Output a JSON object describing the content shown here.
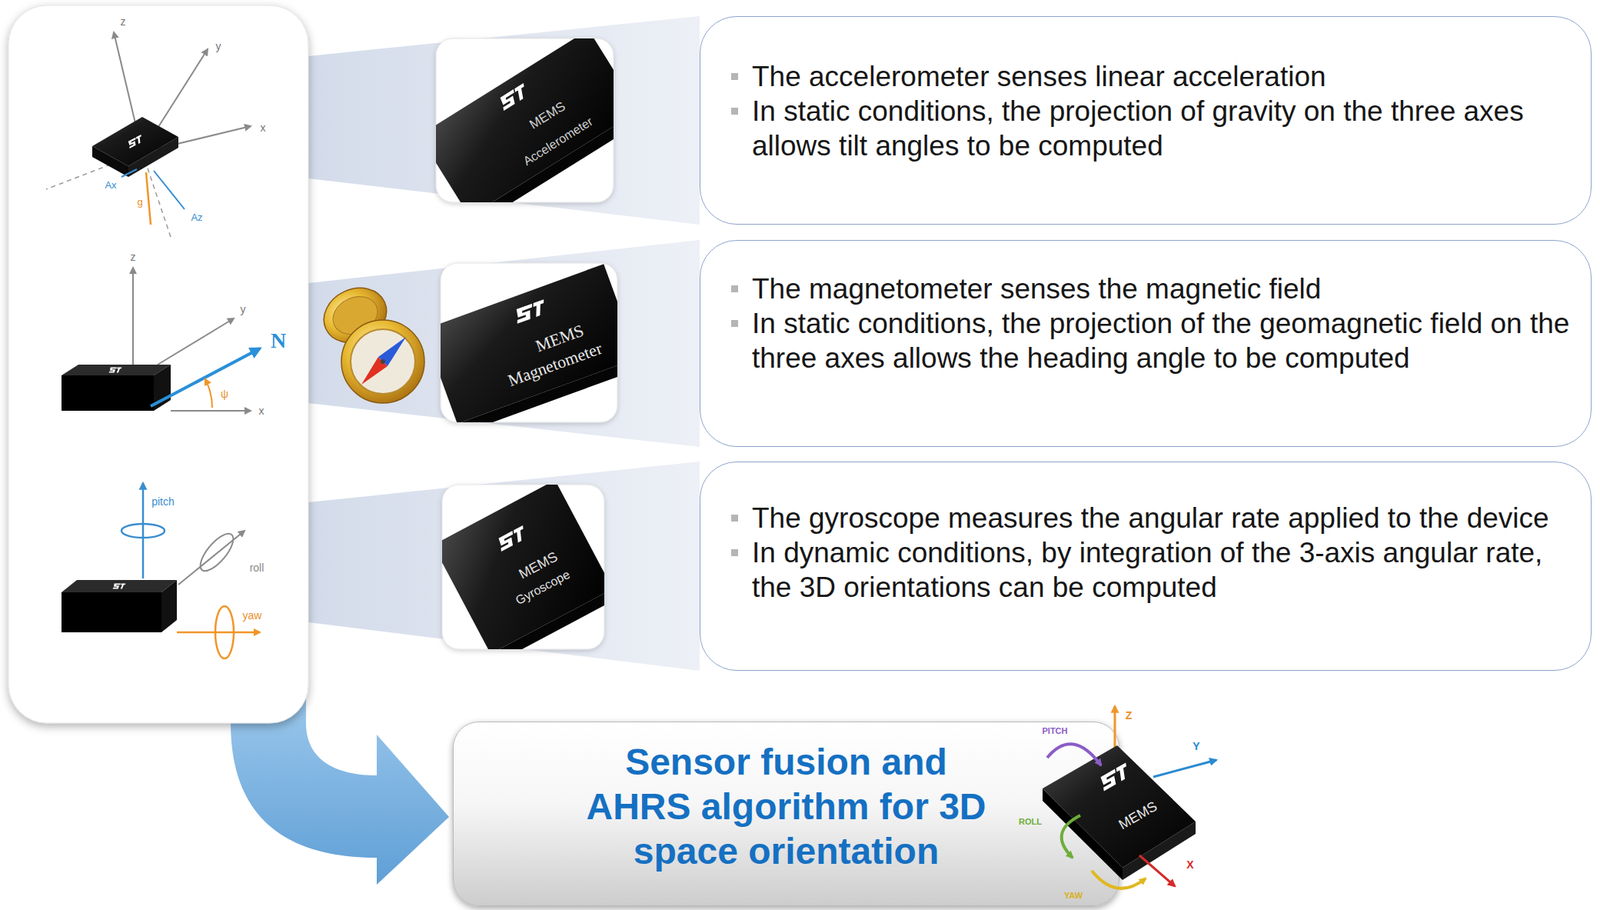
{
  "diagram": {
    "nodes": [
      {
        "text": [
          "The accelerometer senses linear acceleration",
          "In static conditions, the projection of gravity on the three axes allows tilt angles to be computed"
        ]
      },
      {
        "text": [
          "The magnetometer senses the magnetic field",
          "In static conditions, the projection of the geomagnetic field on the three axes allows the heading angle to be computed"
        ]
      },
      {
        "text": [
          "The gyroscope measures the angular rate applied to the device",
          "In dynamic conditions, by integration of the 3-axis angular rate, the 3D orientations can be computed"
        ]
      },
      {
        "text": [
          "Sensor fusion and AHRS algorithm for 3D space orientation"
        ]
      }
    ],
    "labels": [
      "z",
      "y",
      "x",
      "Ax",
      "g",
      "Az",
      "z",
      "y",
      "N",
      "ψ",
      "x",
      "pitch",
      "roll",
      "yaw",
      "MEMS",
      "Accelerometer",
      "MEMS",
      "Magnetometer",
      "MEMS",
      "Gyroscope",
      "PITCH",
      "Z",
      "Y",
      "ROLL",
      "MEMS",
      "X",
      "YAW"
    ]
  }
}
